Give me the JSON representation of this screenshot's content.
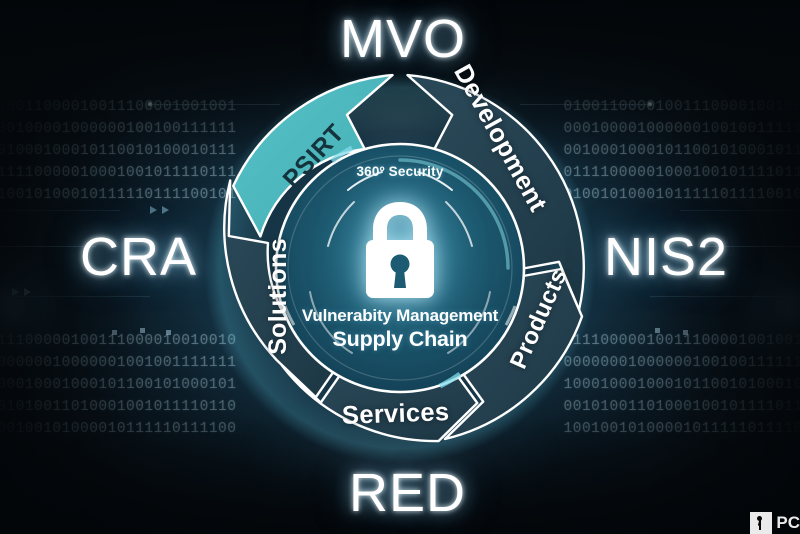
{
  "theme": {
    "accent_teal": "#4bb6bd",
    "segment_dark": "#24404f",
    "background_dark": "#0a1117",
    "text_light": "#ffffff",
    "text_dark": "#15333d"
  },
  "hub": {
    "top_caption": "360º Security",
    "icon": "padlock-icon",
    "line1": "Vulnerabity Management",
    "line2": "Supply Chain"
  },
  "cycle": {
    "segments": [
      {
        "id": "psirt",
        "label": "PSIRT",
        "highlighted": true,
        "fill": "#4bb6bd",
        "text_color": "#15333d"
      },
      {
        "id": "development",
        "label": "Development",
        "highlighted": false,
        "fill": "#24404f",
        "text_color": "#ffffff"
      },
      {
        "id": "products",
        "label": "Products",
        "highlighted": false,
        "fill": "#24404f",
        "text_color": "#ffffff"
      },
      {
        "id": "services",
        "label": "Services",
        "highlighted": false,
        "fill": "#24404f",
        "text_color": "#ffffff"
      },
      {
        "id": "solutions",
        "label": "Solutions",
        "highlighted": false,
        "fill": "#24404f",
        "text_color": "#ffffff"
      }
    ]
  },
  "regulations": [
    {
      "id": "mvo",
      "label": "MVO",
      "position": "top"
    },
    {
      "id": "cra",
      "label": "CRA",
      "position": "left"
    },
    {
      "id": "nis2",
      "label": "NIS2",
      "position": "right"
    },
    {
      "id": "red",
      "label": "RED",
      "position": "bottom"
    }
  ],
  "background": {
    "binary_rows_top": [
      "010011000010011100001001001",
      "000100001000000100100111111",
      "001000100010110010100010111",
      "011110000010001001011110111",
      "010010100010111110111100101"
    ],
    "binary_rows_bottom": [
      "011100000100111000010010010",
      "000000010000001001001111111",
      "100010001000101100101000101",
      "001010011010001001011110110",
      "100100101000010111110111100"
    ]
  },
  "watermark": {
    "text": "PC"
  }
}
